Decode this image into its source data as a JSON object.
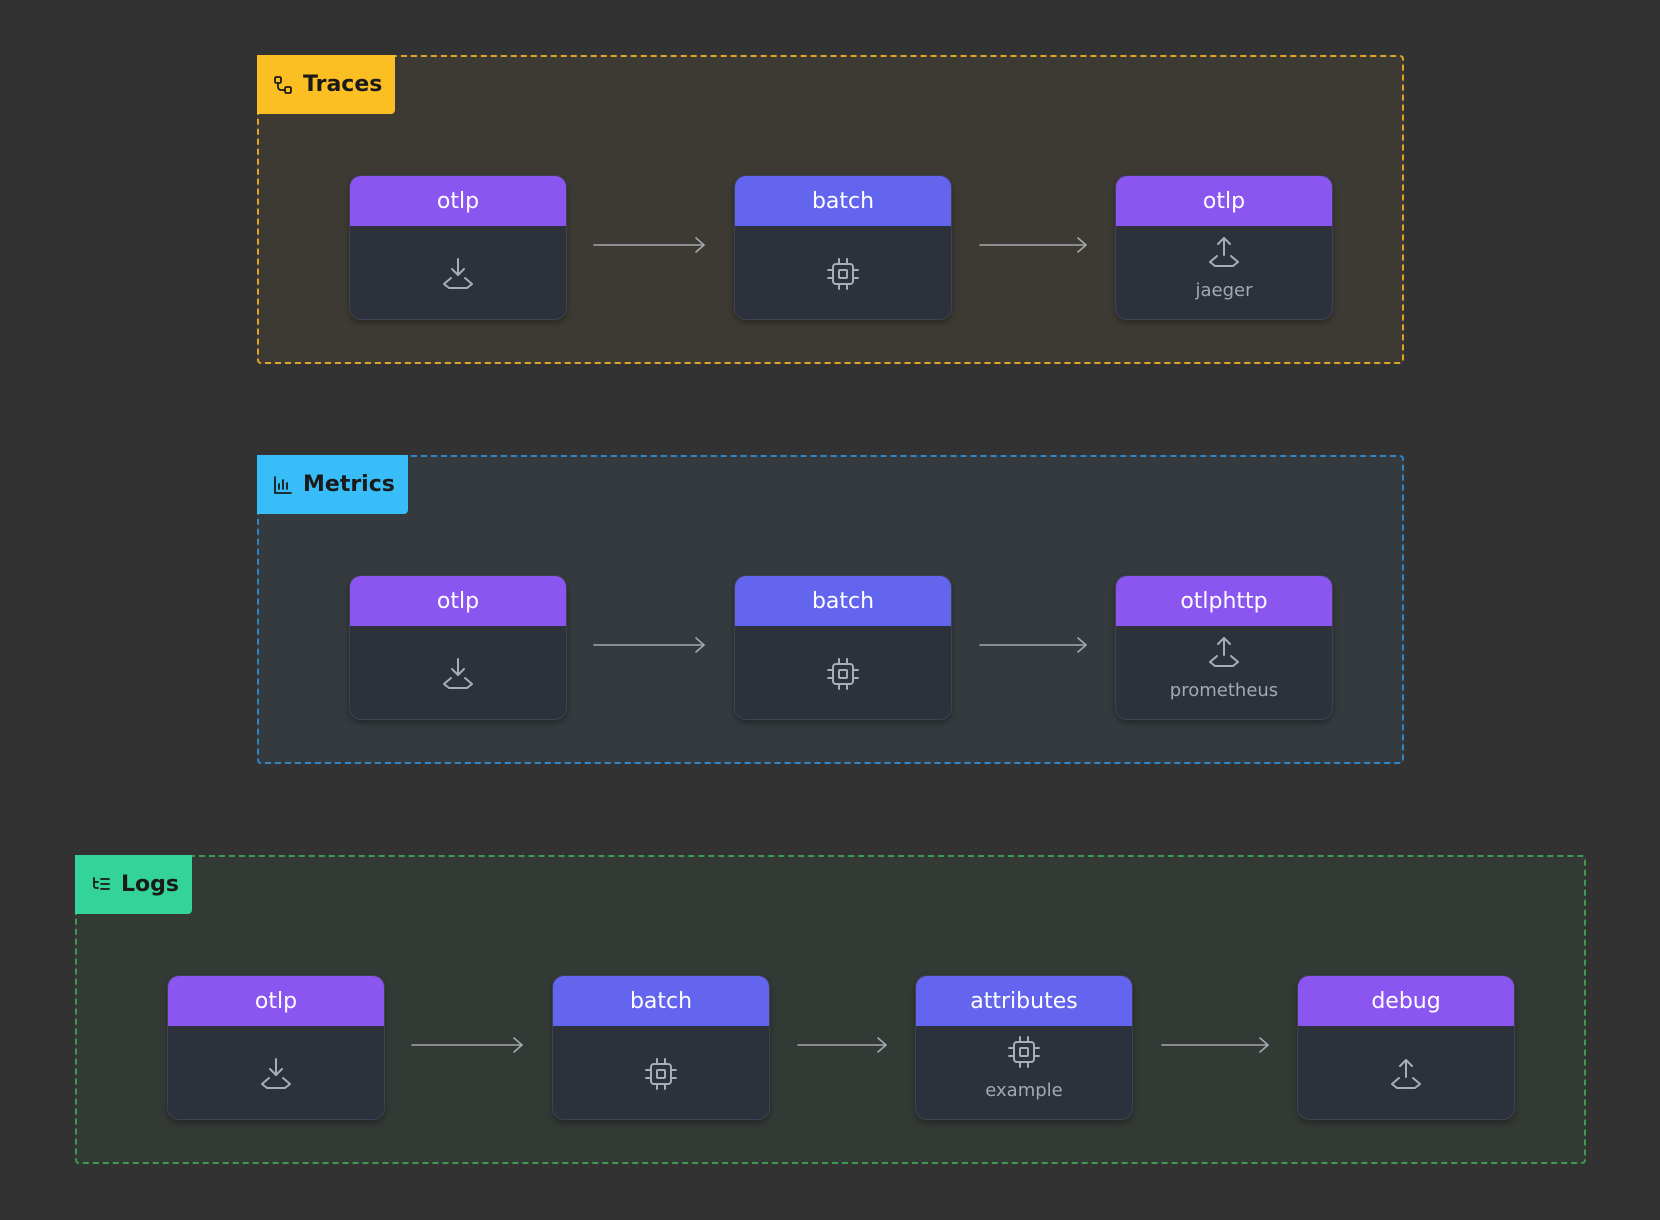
{
  "pipelines": {
    "traces": {
      "label": "Traces",
      "color": "#fbbf24",
      "nodes": [
        {
          "name": "otlp",
          "kind": "receiver",
          "icon": "download-tray-icon",
          "sub": ""
        },
        {
          "name": "batch",
          "kind": "processor",
          "icon": "chip-icon",
          "sub": ""
        },
        {
          "name": "otlp",
          "kind": "exporter",
          "icon": "upload-tray-icon",
          "sub": "jaeger"
        }
      ]
    },
    "metrics": {
      "label": "Metrics",
      "color": "#38bdf8",
      "nodes": [
        {
          "name": "otlp",
          "kind": "receiver",
          "icon": "download-tray-icon",
          "sub": ""
        },
        {
          "name": "batch",
          "kind": "processor",
          "icon": "chip-icon",
          "sub": ""
        },
        {
          "name": "otlphttp",
          "kind": "exporter",
          "icon": "upload-tray-icon",
          "sub": "prometheus"
        }
      ]
    },
    "logs": {
      "label": "Logs",
      "color": "#34d399",
      "nodes": [
        {
          "name": "otlp",
          "kind": "receiver",
          "icon": "download-tray-icon",
          "sub": ""
        },
        {
          "name": "batch",
          "kind": "processor",
          "icon": "chip-icon",
          "sub": ""
        },
        {
          "name": "attributes",
          "kind": "processor",
          "icon": "chip-icon",
          "sub": "example"
        },
        {
          "name": "debug",
          "kind": "exporter",
          "icon": "upload-tray-icon",
          "sub": ""
        }
      ]
    }
  },
  "colors": {
    "receiver": "#8b55ef",
    "processor": "#6365ee",
    "exporter": "#8b55ef",
    "background": "#323232"
  }
}
